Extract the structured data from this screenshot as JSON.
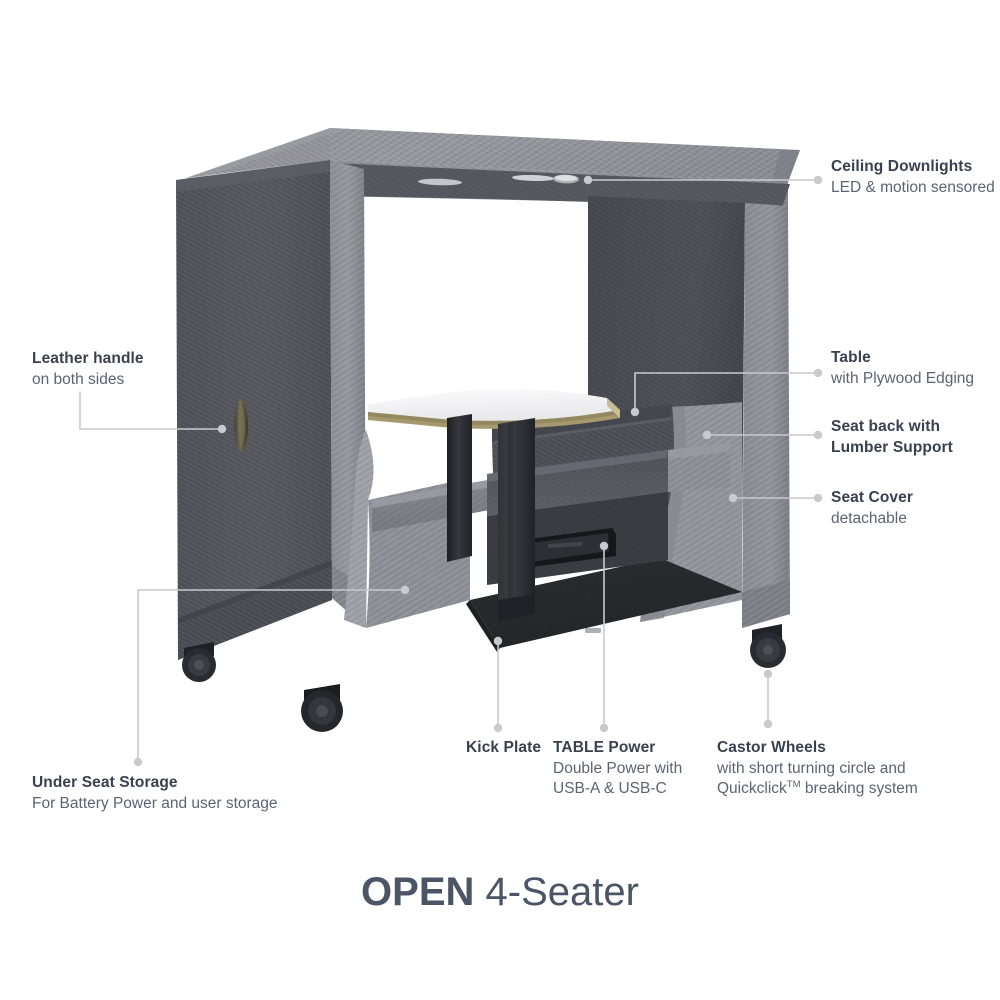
{
  "title": {
    "bold": "OPEN",
    "regular": " 4-Seater"
  },
  "colors": {
    "panel_dark": "#55565c",
    "panel_darker": "#4a4b52",
    "frame_light": "#8b8b91",
    "frame_mid": "#757680",
    "seat_light": "#9a9aa1",
    "black_parts": "#26272b",
    "table_top": "#f2f2f3",
    "plywood_edge": "#9a8f6e",
    "leader_line": "#c9c9ce",
    "text_bold": "#39414f",
    "text_regular": "#5c6472",
    "title_color": "#4b5565",
    "background": "#ffffff"
  },
  "callouts": {
    "ceiling": {
      "title": "Ceiling Downlights",
      "sub": "LED & motion sensored"
    },
    "table": {
      "title": "Table",
      "sub": "with Plywood Edging"
    },
    "seat_back": {
      "title_line1": "Seat back with",
      "title_line2": "Lumber Support"
    },
    "seat_cover": {
      "title": "Seat Cover",
      "sub": "detachable"
    },
    "leather_handle": {
      "title": "Leather handle",
      "sub": "on both sides"
    },
    "under_seat_storage": {
      "title": "Under Seat Storage",
      "sub": "For Battery Power and user storage"
    },
    "kick_plate": {
      "title": "Kick Plate"
    },
    "table_power": {
      "title": "TABLE Power",
      "sub_line1": "Double Power with",
      "sub_line2": "USB-A & USB-C"
    },
    "castor_wheels": {
      "title": "Castor Wheels",
      "sub_line1": "with short turning circle and",
      "sub_line2_pre": "Quickclick",
      "sub_line2_tm": "TM",
      "sub_line2_post": " breaking system"
    }
  }
}
